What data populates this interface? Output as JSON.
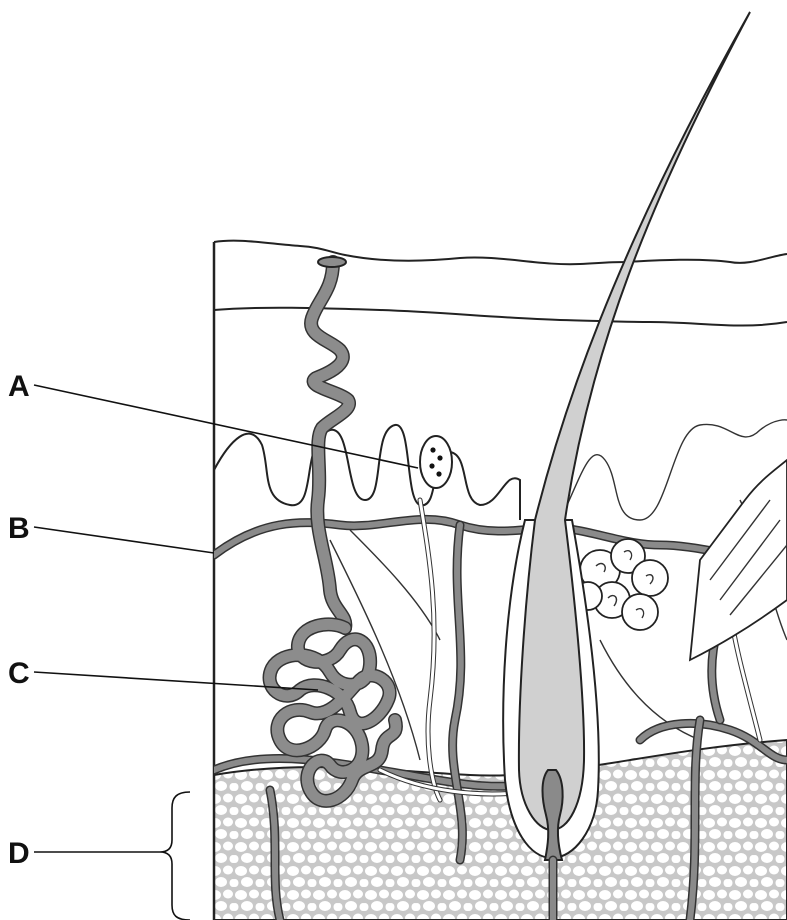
{
  "labels": {
    "a": "A",
    "b": "B",
    "c": "C",
    "d": "D"
  },
  "colors": {
    "vessel": "#8a8a8a",
    "hair": "#d0d0d0",
    "fat_background": "#c8c8c8",
    "outline": "#222222"
  }
}
